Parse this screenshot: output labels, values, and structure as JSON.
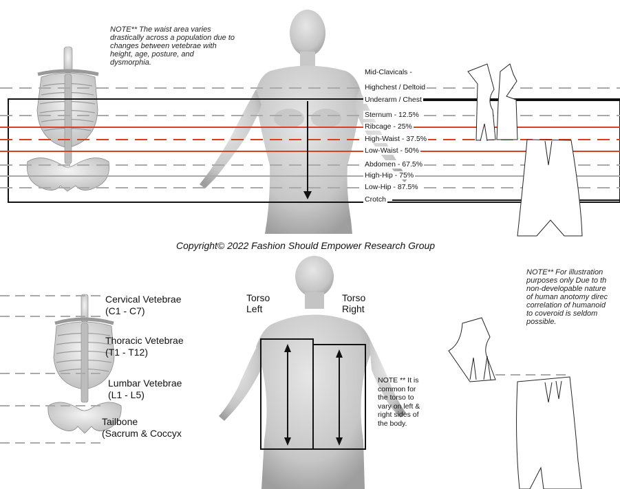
{
  "top_note": "NOTE** The waist area varies\ndrastically across a population due to\nchanges between vetebrae with\nheight, age, posture, and\ndysmorphia.",
  "levels": [
    {
      "label": "Mid-Clavicals -",
      "line": "none"
    },
    {
      "label": "Highchest / Deltoid",
      "line": "dashed"
    },
    {
      "label": "Underarm / Chest",
      "line": "solid-black"
    },
    {
      "label": "Sternum - 12.5%",
      "line": "dashed"
    },
    {
      "label": "Ribcage - 25%",
      "line": "red"
    },
    {
      "label": "High-Waist - 37.5%",
      "line": "red-dashed"
    },
    {
      "label": "Low-Waist - 50%",
      "line": "red"
    },
    {
      "label": "Abdomen - 67.5%",
      "line": "dashed"
    },
    {
      "label": "High-Hip - 75%",
      "line": "gray"
    },
    {
      "label": "Low-Hip - 87.5%",
      "line": "dashed"
    },
    {
      "label": "Crotch",
      "line": "solid-black"
    }
  ],
  "copyright": "Copyright© 2022 Fashion Should Empower Research Group",
  "spine_labels": [
    "Cervical Vetebrae\n(C1 - C7)",
    "Thoracic Vetebrae\n(T1 - T12)",
    "Lumbar Vetebrae\n(L1 - L5)",
    "Tailbone\n(Sacrum & Coccyx"
  ],
  "torso_left": "Torso\nLeft",
  "torso_right": "Torso\nRight",
  "torso_note": "NOTE ** It is\ncommon for\nthe torso to\nvary on left &\nright sides of\nthe body.",
  "illustration_note": "NOTE** For illustration\npurposes only Due to th\nnon-developable nature\nof human anotomy direc\ncorrelation of humanoid\nto coveroid is seldom\npossible.",
  "colors": {
    "red": "#d7401f",
    "gray_line": "#a9a9a9",
    "black": "#111111",
    "body": "#cfcfcf",
    "body_shadow": "#a8a8a8"
  }
}
